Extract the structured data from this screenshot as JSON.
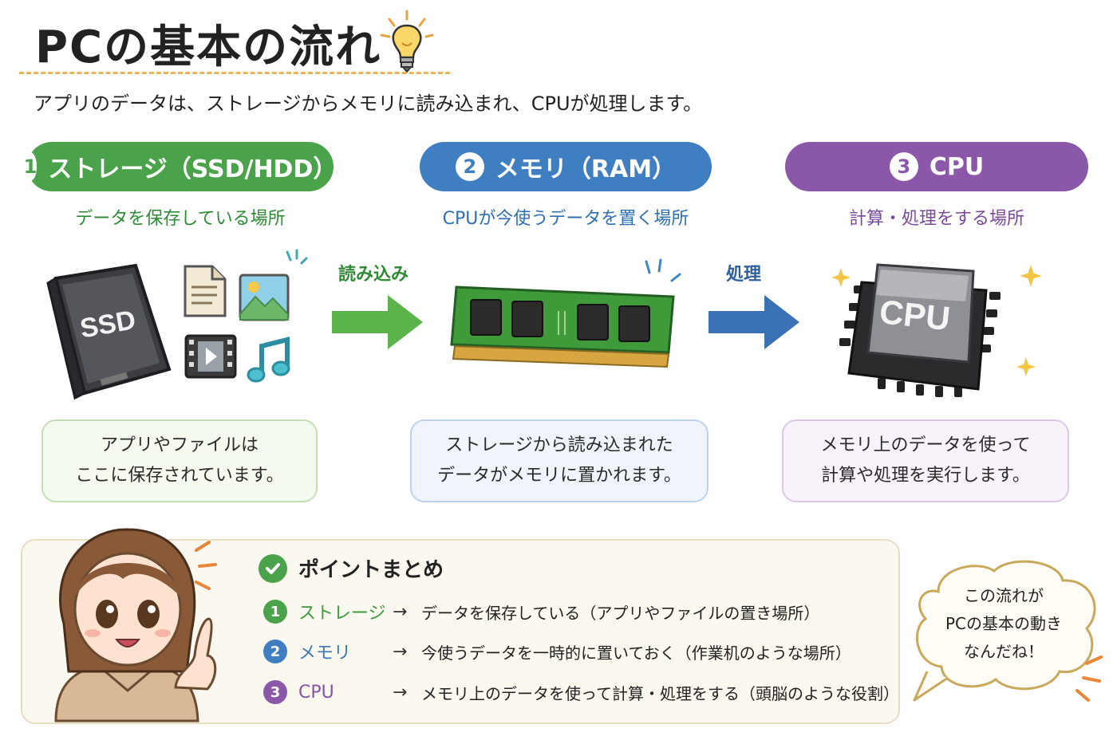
{
  "title": "PCの基本の流れ",
  "subtitle": "アプリのデータは、ストレージからメモリに読み込まれ、CPUが処理します。",
  "colors": {
    "storage": "#4aa24a",
    "memory": "#3f7fc1",
    "cpu": "#8b58a9",
    "accent": "#e6b65a"
  },
  "stages": {
    "storage": {
      "num": "1",
      "label": "ストレージ（SSD/HDD）",
      "sub": "データを保存している場所",
      "device_text": "SSD",
      "desc_line1": "アプリやファイルは",
      "desc_line2": "ここに保存されています。"
    },
    "memory": {
      "num": "2",
      "label": "メモリ（RAM）",
      "sub": "CPUが今使うデータを置く場所",
      "desc_line1": "ストレージから読み込まれた",
      "desc_line2": "データがメモリに置かれます。"
    },
    "cpu": {
      "num": "3",
      "label": "CPU",
      "sub": "計算・処理をする場所",
      "chip_text": "CPU",
      "desc_line1": "メモリ上のデータを使って",
      "desc_line2": "計算や処理を実行します。"
    }
  },
  "arrows": {
    "read": "読み込み",
    "process": "処理"
  },
  "icons": [
    "lightbulb-icon",
    "document-icon",
    "image-icon",
    "video-icon",
    "music-icon",
    "check-icon",
    "sparkle-icon"
  ],
  "summary": {
    "title": "ポイントまとめ",
    "arrow": "→",
    "items": [
      {
        "num": "1",
        "name": "ストレージ",
        "desc": "データを保存している（アプリやファイルの置き場所）"
      },
      {
        "num": "2",
        "name": "メモリ",
        "desc": "今使うデータを一時的に置いておく（作業机のような場所）"
      },
      {
        "num": "3",
        "name": "CPU",
        "desc": "メモリ上のデータを使って計算・処理をする（頭脳のような役割）"
      }
    ]
  },
  "bubble": {
    "line1": "この流れが",
    "line2": "PCの基本の動き",
    "line3": "なんだね！"
  }
}
